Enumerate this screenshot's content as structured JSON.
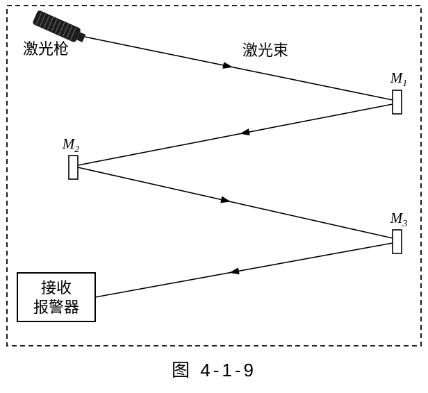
{
  "figure": {
    "caption": "图 4-1-9",
    "laser_gun": {
      "label": "激光枪"
    },
    "laser_beam": {
      "label": "激光束"
    },
    "mirrors": [
      {
        "label": "M",
        "subscript": "1"
      },
      {
        "label": "M",
        "subscript": "2"
      },
      {
        "label": "M",
        "subscript": "3"
      }
    ],
    "receiver": {
      "line1": "接收",
      "line2": "报警器"
    },
    "colors": {
      "line": "#000000",
      "background": "#ffffff",
      "gun_body": "#1c1c1c",
      "gun_stripe": "#6e6e6e"
    }
  }
}
